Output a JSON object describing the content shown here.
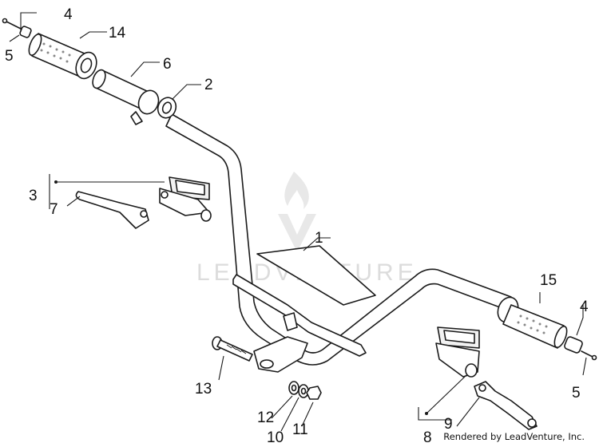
{
  "diagram": {
    "callouts": {
      "c1": "1",
      "c2": "2",
      "c3": "3",
      "c4a": "4",
      "c4b": "4",
      "c5a": "5",
      "c5b": "5",
      "c6": "6",
      "c7": "7",
      "c8": "8",
      "c9": "9",
      "c10": "10",
      "c11": "11",
      "c12": "12",
      "c13": "13",
      "c14": "14",
      "c15": "15"
    },
    "watermark": "LEADVENTURE",
    "credit": "Rendered by LeadVenture, Inc."
  }
}
